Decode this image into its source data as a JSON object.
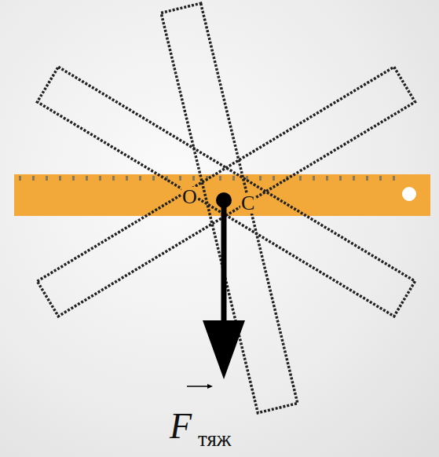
{
  "diagram": {
    "labels": [
      "O",
      "C",
      "F",
      "тяж"
    ]
  }
}
